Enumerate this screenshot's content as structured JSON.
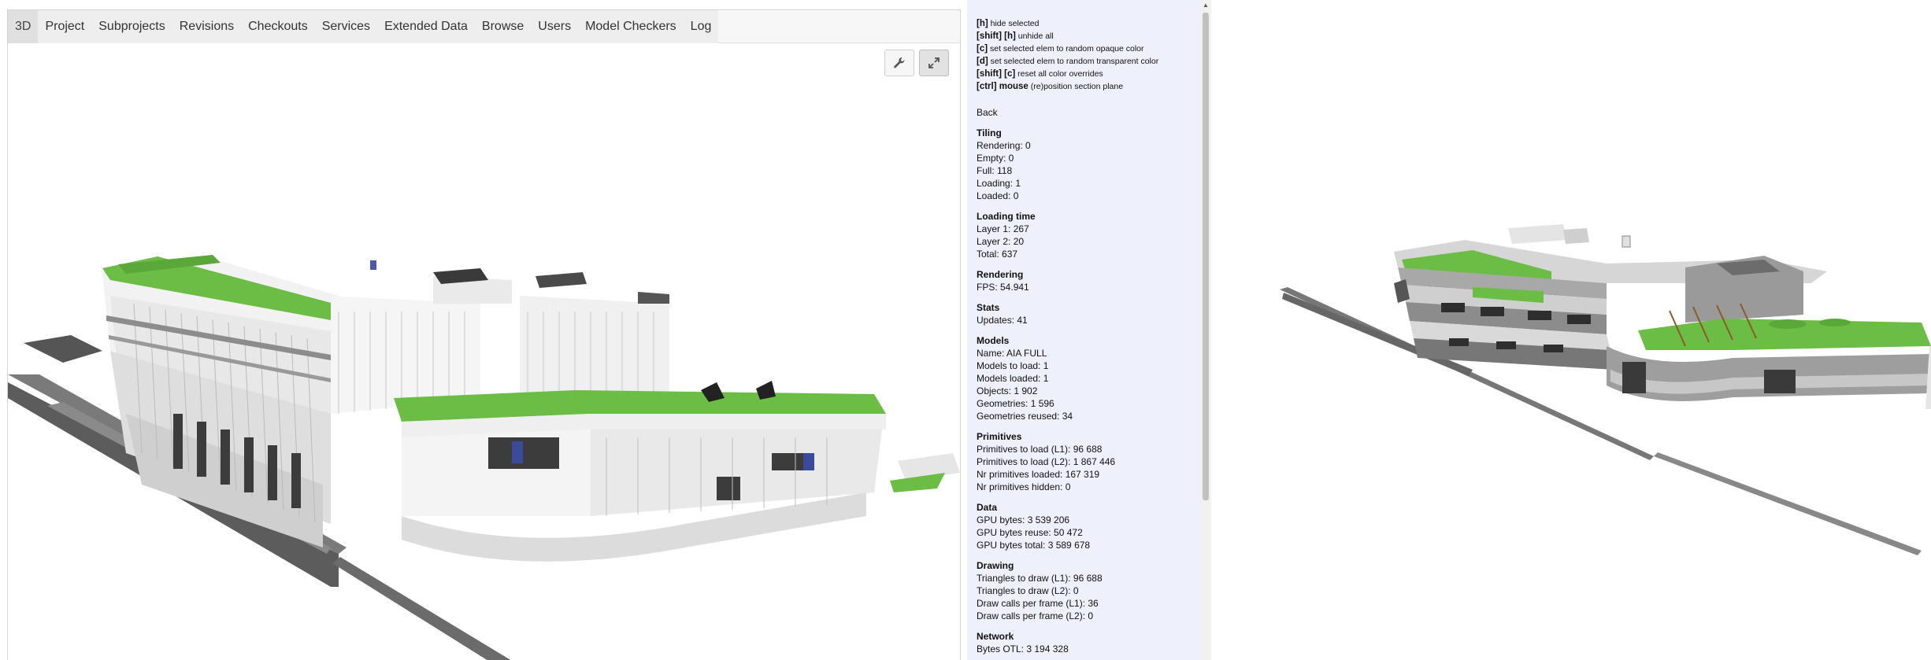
{
  "tabs": [
    {
      "label": "3D",
      "active": true
    },
    {
      "label": "Project"
    },
    {
      "label": "Subprojects"
    },
    {
      "label": "Revisions"
    },
    {
      "label": "Checkouts"
    },
    {
      "label": "Services"
    },
    {
      "label": "Extended Data"
    },
    {
      "label": "Browse"
    },
    {
      "label": "Users"
    },
    {
      "label": "Model Checkers"
    },
    {
      "label": "Log"
    }
  ],
  "toolbar": {
    "wrench_icon": "wrench-icon",
    "fullscreen_icon": "expand-icon"
  },
  "shortcuts": [
    {
      "key": "[h]",
      "desc": "hide selected"
    },
    {
      "key": "[shift] [h]",
      "desc": "unhide all"
    },
    {
      "key": "[c]",
      "desc": "set selected elem to random opaque color"
    },
    {
      "key": "[d]",
      "desc": "set selected elem to random transparent color"
    },
    {
      "key": "[shift] [c]",
      "desc": "reset all color overrides"
    },
    {
      "key": "[ctrl] mouse",
      "desc": "(re)position section plane"
    }
  ],
  "back_label": "Back",
  "sections": [
    {
      "title": "Tiling",
      "lines": [
        "Rendering: 0",
        "Empty: 0",
        "Full: 118",
        "Loading: 1",
        "Loaded: 0"
      ]
    },
    {
      "title": "Loading time",
      "lines": [
        "Layer 1: 267",
        "Layer 2: 20",
        "Total: 637"
      ]
    },
    {
      "title": "Rendering",
      "lines": [
        "FPS: 54.941"
      ]
    },
    {
      "title": "Stats",
      "lines": [
        "Updates: 41"
      ]
    },
    {
      "title": "Models",
      "lines": [
        "Name: AIA FULL",
        "Models to load: 1",
        "Models loaded: 1",
        "Objects: 1 902",
        "Geometries: 1 596",
        "Geometries reused: 34"
      ]
    },
    {
      "title": "Primitives",
      "lines": [
        "Primitives to load (L1): 96 688",
        "Primitives to load (L2): 1 867 446",
        "Nr primitives loaded: 167 319",
        "Nr primitives hidden: 0"
      ]
    },
    {
      "title": "Data",
      "lines": [
        "GPU bytes: 3 539 206",
        "GPU bytes reuse: 50 472",
        "GPU bytes total: 3 589 678"
      ]
    },
    {
      "title": "Drawing",
      "lines": [
        "Triangles to draw (L1): 96 688",
        "Triangles to draw (L2): 0",
        "Draw calls per frame (L1): 36",
        "Draw calls per frame (L2): 0"
      ]
    },
    {
      "title": "Network",
      "lines": [
        "Bytes OTL: 3 194 328"
      ]
    }
  ],
  "colors": {
    "roof_green": "#6cbd45",
    "panel_bg": "#eef0fb",
    "tab_bg": "#eeeeee",
    "tab_active_bg": "#e0e0e0"
  }
}
